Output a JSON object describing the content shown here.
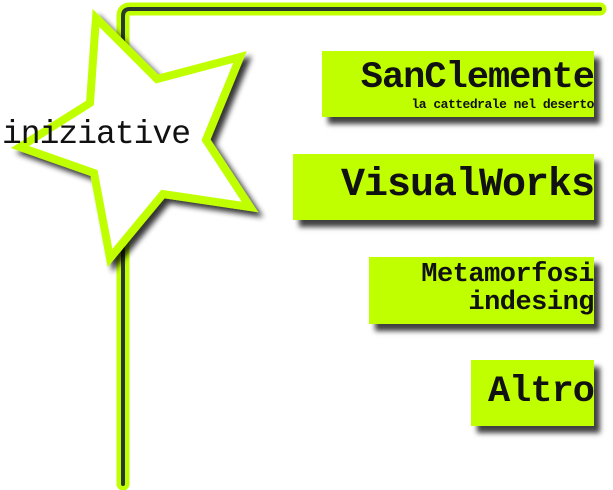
{
  "header": {
    "title": "iniziative"
  },
  "menu": [
    {
      "label": "SanClemente",
      "subtitle": "la cattedrale nel deserto"
    },
    {
      "label": "VisualWorks"
    },
    {
      "label": "Metamorfosi",
      "label2": "indesing"
    },
    {
      "label": "Altro"
    }
  ],
  "colors": {
    "accent": "#c0ff00",
    "line": "#2a3a2a"
  }
}
